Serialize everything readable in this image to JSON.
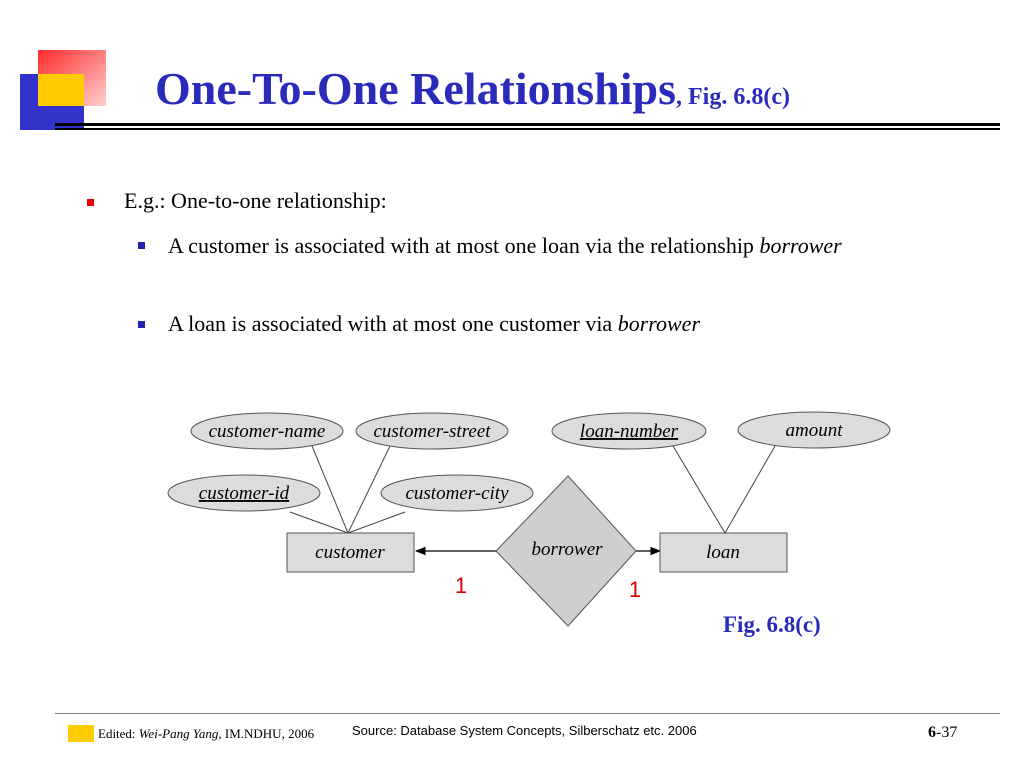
{
  "slide": {
    "title": "One-To-One Relationships",
    "title_suffix": ", Fig. 6.8(c)",
    "bullets": [
      {
        "text": "E.g.: One-to-one relationship:"
      },
      {
        "text": "A customer is associated with at most one loan via the relationship ",
        "em": "borrower"
      },
      {
        "text": "A loan is associated with at most one customer via ",
        "em": "borrower"
      }
    ],
    "figure_caption": "Fig. 6.8(c)"
  },
  "diagram": {
    "entities": {
      "customer": "customer",
      "loan": "loan"
    },
    "relationship": "borrower",
    "attributes": {
      "customer_name": "customer-name",
      "customer_street": "customer-street",
      "customer_id": "customer-id",
      "customer_city": "customer-city",
      "loan_number": "loan-number",
      "amount": "amount"
    },
    "cardinality": {
      "customer_side": "1",
      "loan_side": "1"
    },
    "colors": {
      "attribute_fill": "#dcdcdc",
      "entity_fill": "#dcdcdc",
      "relationship_fill": "#cfcfcf",
      "cardinality": "#dd0000"
    }
  },
  "footer": {
    "edited_label": "Edited:",
    "author": "Wei-Pang Yang,",
    "org": "IM.NDHU, 2006",
    "source": "Source: Database System Concepts, Silberschatz etc. 2006",
    "chapter": "6",
    "page": "-37"
  },
  "theme": {
    "title_color": "#2b2bbb",
    "bullet_red": "#ee0000",
    "bullet_blue": "#2222aa",
    "logo_red": "#ff3333",
    "logo_yellow": "#ffcc00",
    "logo_blue": "#3333cc"
  }
}
